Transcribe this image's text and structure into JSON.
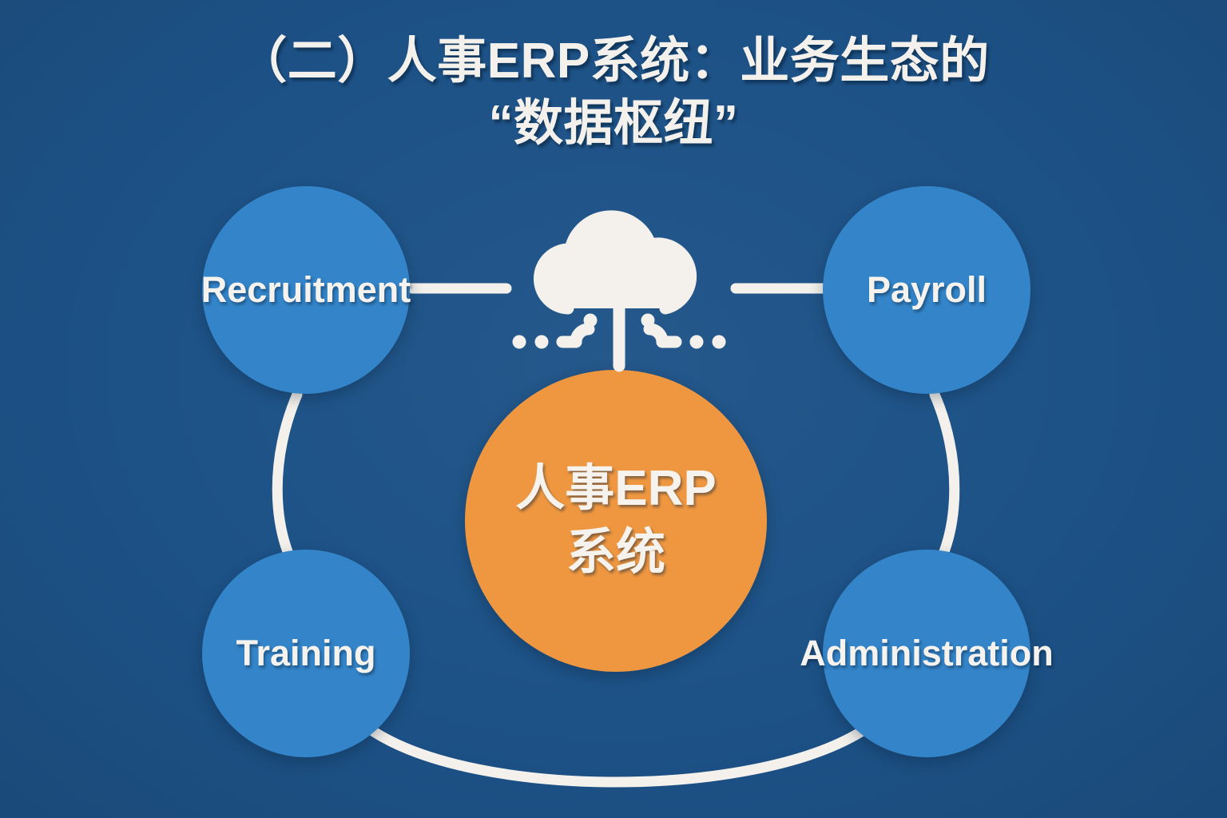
{
  "page": {
    "background_color": "#1d5287",
    "title_lines": [
      "（二）人事ERP系统：业务生态的",
      "“数据枢纽”"
    ]
  },
  "diagram": {
    "type": "hub-and-spoke",
    "center": {
      "id": "hr-erp-core",
      "label_line1": "人事ERP",
      "label_line2": "系统",
      "color": "#ef9740"
    },
    "hub_icon": {
      "name": "cloud-data-hub-icon",
      "color": "#f4f1ec"
    },
    "satellites": [
      {
        "id": "recruitment",
        "label": "Recruitment",
        "color": "#3384c8",
        "position": "top-left"
      },
      {
        "id": "payroll",
        "label": "Payroll",
        "color": "#3384c8",
        "position": "top-right"
      },
      {
        "id": "training",
        "label": "Training",
        "color": "#3384c8",
        "position": "bottom-left"
      },
      {
        "id": "administration",
        "label": "Administration",
        "color": "#3384c8",
        "position": "bottom-right"
      }
    ],
    "connectors": [
      {
        "from": "recruitment",
        "to": "hub-icon",
        "style": "straight"
      },
      {
        "from": "hub-icon",
        "to": "payroll",
        "style": "straight"
      },
      {
        "from": "recruitment",
        "to": "training",
        "style": "curved"
      },
      {
        "from": "payroll",
        "to": "administration",
        "style": "curved"
      },
      {
        "from": "training",
        "to": "administration",
        "style": "curved"
      }
    ],
    "connector_color": "#f4f1ec"
  }
}
